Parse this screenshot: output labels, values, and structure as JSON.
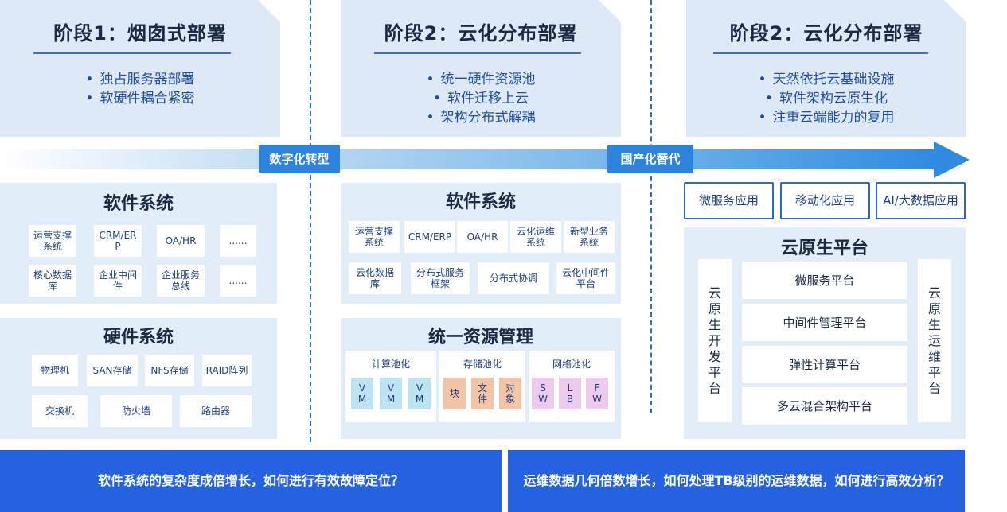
{
  "stages": [
    {
      "title": "阶段1：烟囱式部署",
      "bullets": [
        "独占服务器部署",
        "软硬件耦合紧密"
      ]
    },
    {
      "title": "阶段2：云化分布部署",
      "bullets": [
        "统一硬件资源池",
        "软件迁移上云",
        "架构分布式解耦"
      ]
    },
    {
      "title": "阶段2：云化分布部署",
      "bullets": [
        "天然依托云基础设施",
        "软件架构云原生化",
        "注重云端能力的复用"
      ]
    }
  ],
  "transitions": [
    "数字化转型",
    "国产化替代"
  ],
  "col1": {
    "software": {
      "title": "软件系统",
      "items": [
        "运营支撑系统",
        "CRM/ERP",
        "OA/HR",
        "......",
        "核心数据库",
        "企业中间件",
        "企业服务总线",
        "......"
      ]
    },
    "hardware": {
      "title": "硬件系统",
      "items": [
        "物理机",
        "SAN存储",
        "NFS存储",
        "RAID阵列",
        "交换机",
        "防火墙",
        "路由器"
      ]
    }
  },
  "col2": {
    "software": {
      "title": "软件系统",
      "items": [
        "运营支撑系统",
        "CRM/ERP",
        "OA/HR",
        "云化运维系统",
        "新型业务系统",
        "云化数据库",
        "分布式服务框架",
        "分布式协调",
        "云化中间件平台"
      ]
    },
    "resource": {
      "title": "统一资源管理",
      "pools": [
        {
          "label": "计算池化",
          "chips": [
            "VM",
            "VM",
            "VM"
          ]
        },
        {
          "label": "存储池化",
          "chips": [
            "块",
            "文件",
            "对象"
          ]
        },
        {
          "label": "网络池化",
          "chips": [
            "SW",
            "LB",
            "FW"
          ]
        }
      ]
    }
  },
  "col3": {
    "apps": [
      "微服务应用",
      "移动化应用",
      "AI/大数据应用"
    ],
    "platform": {
      "title": "云原生平台",
      "left": "云原生开发平台",
      "right": "云原生运维平台",
      "layers": [
        "微服务平台",
        "中间件管理平台",
        "弹性计算平台",
        "多云混合架构平台"
      ]
    }
  },
  "questions": [
    "软件系统的复杂度成倍增长，如何进行有效故障定位？",
    "运维数据几何倍数增长，如何处理TB级别的运维数据，如何进行高效分析？"
  ],
  "colors": {
    "accent": "#2c82dc",
    "panel": "#e1eefa",
    "question_bar": "#2462e0"
  }
}
